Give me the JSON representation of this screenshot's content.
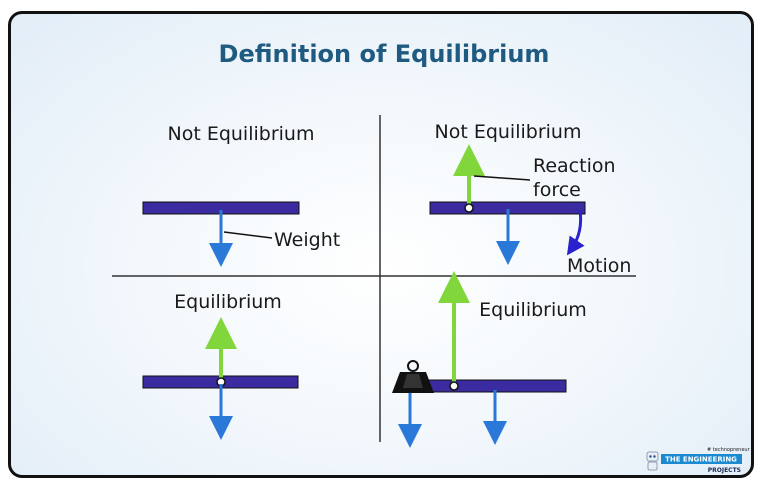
{
  "title": "Definition of Equilibrium",
  "panels": {
    "top_left": {
      "heading": "Not Equilibrium",
      "weight_label": "Weight"
    },
    "top_right": {
      "heading": "Not Equilibrium",
      "reaction_label_line1": "Reaction",
      "reaction_label_line2": "force",
      "motion_label": "Motion"
    },
    "bottom_left": {
      "heading": "Equilibrium"
    },
    "bottom_right": {
      "heading": "Equilibrium"
    }
  },
  "logo": {
    "tagline": "# technopreneur",
    "name": "THE ENGINEERING",
    "sub": "PROJECTS"
  },
  "colors": {
    "title": "#1f5a80",
    "beam": "#3a2ba0",
    "weight_arrow": "#2a78d8",
    "reaction_arrow": "#80d63a",
    "motion_arrow": "#2a22cc",
    "divider": "#333333"
  }
}
